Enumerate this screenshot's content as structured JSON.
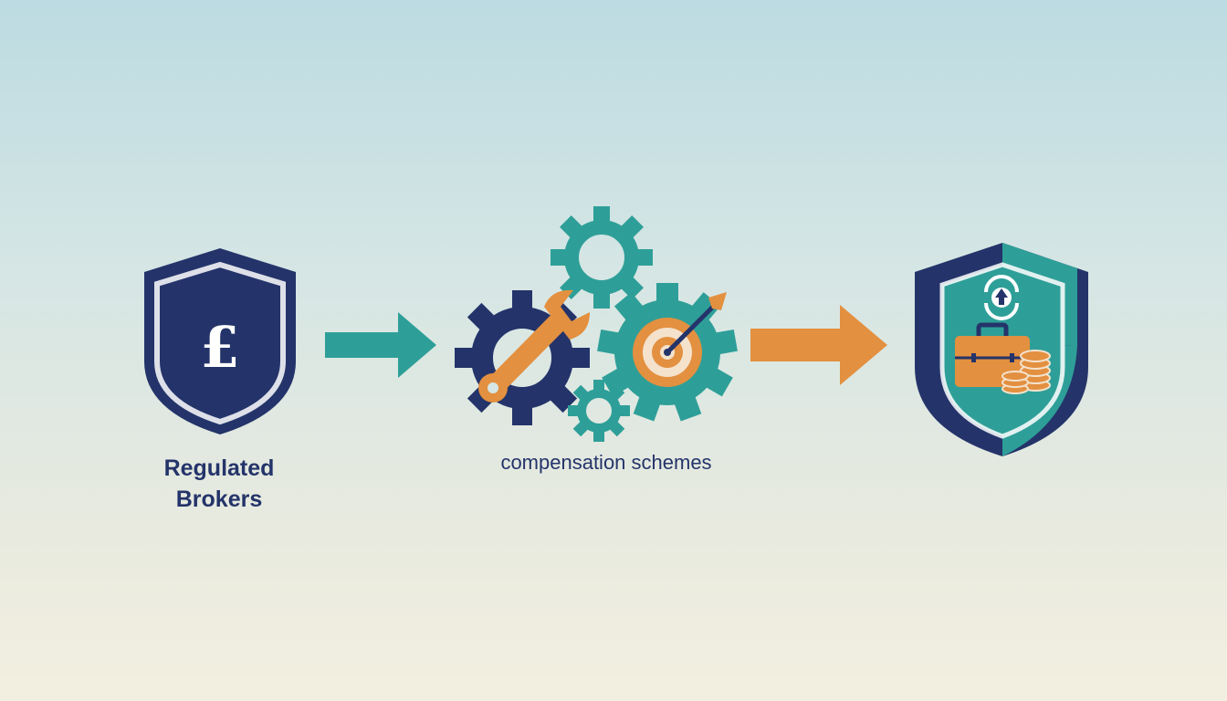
{
  "colors": {
    "navy": "#24346a",
    "teal": "#2e9f98",
    "orange": "#e39040",
    "cream": "#f4e2cc",
    "white": "#ffffff"
  },
  "left_node": {
    "symbol": "£",
    "label_line1": "Regulated",
    "label_line2": "Brokers",
    "icon": "shield-pound-icon"
  },
  "middle_node": {
    "label": "compensation schemes",
    "icon": "gears-wrench-target-icon"
  },
  "right_node": {
    "icon": "shield-briefcase-coins-icon"
  },
  "arrows": [
    {
      "icon": "arrow-right-icon",
      "color": "teal"
    },
    {
      "icon": "arrow-right-icon",
      "color": "orange"
    }
  ]
}
